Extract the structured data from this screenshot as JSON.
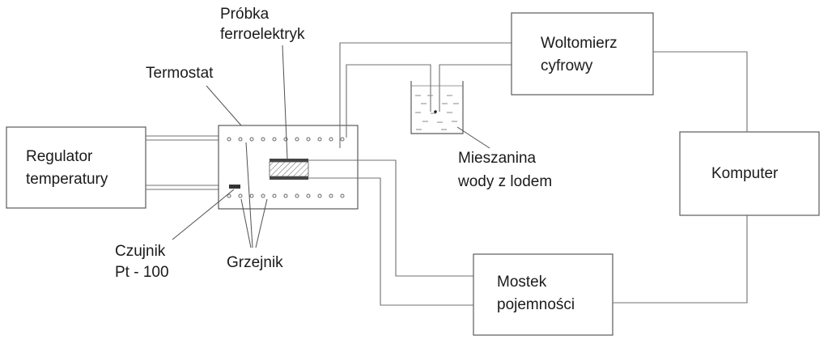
{
  "labels": {
    "regulator": [
      "Regulator",
      "temperatury"
    ],
    "woltomierz": [
      "Woltomierz",
      "cyfrowy"
    ],
    "komputer": "Komputer",
    "mostek": [
      "Mostek",
      "pojemności"
    ],
    "probka": [
      "Próbka",
      "ferroelektryk"
    ],
    "termostat": "Termostat",
    "mieszanina": [
      "Mieszanina",
      "wody z lodem"
    ],
    "czujnik": [
      "Czujnik",
      "Pt - 100"
    ],
    "grzejnik": "Grzejnik"
  }
}
